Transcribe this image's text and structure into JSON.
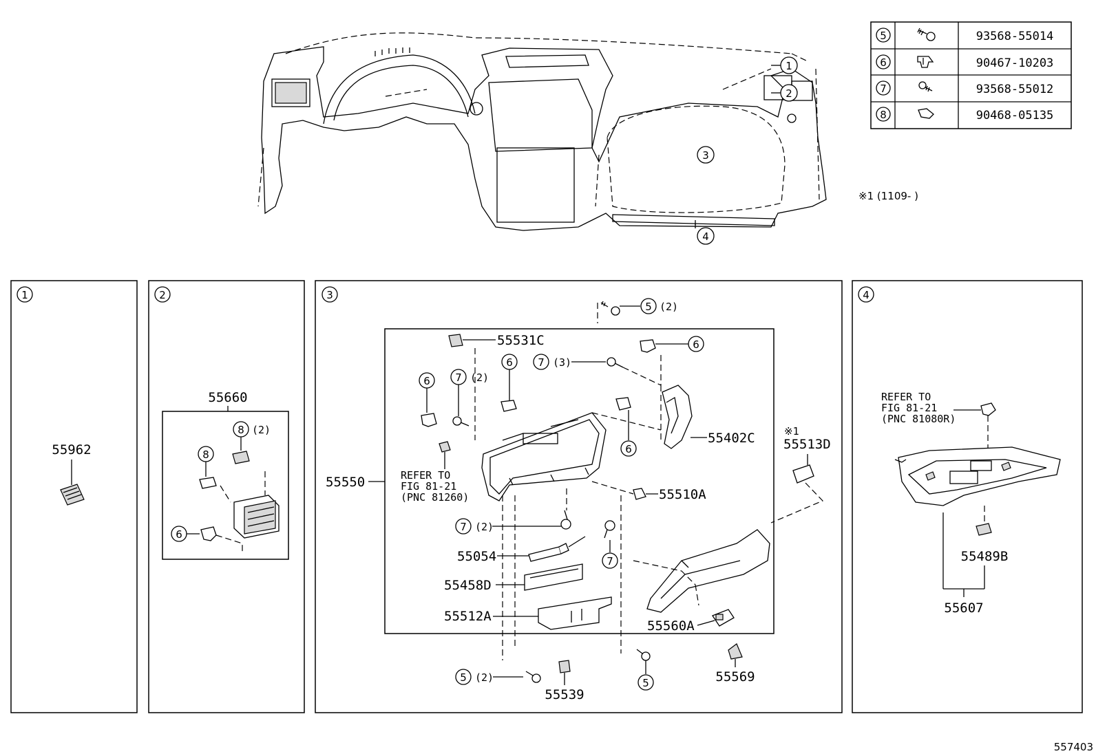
{
  "fastener_table": [
    {
      "ref": "5",
      "part_no": "93568-55014"
    },
    {
      "ref": "6",
      "part_no": "90467-10203"
    },
    {
      "ref": "7",
      "part_no": "93568-55012"
    },
    {
      "ref": "8",
      "part_no": "90468-05135"
    }
  ],
  "note": "※1 (1109-   )",
  "overview_callouts": [
    "1",
    "2",
    "3",
    "4"
  ],
  "panels": {
    "p1": {
      "num": "1",
      "part": "55962"
    },
    "p2": {
      "num": "2",
      "assembly": "55660",
      "qty": "(2)"
    },
    "p3": {
      "num": "3",
      "qty2": "(2)",
      "qty3": "(3)",
      "parts": {
        "p55531C": "55531C",
        "p55402C": "55402C",
        "p55550": "55550",
        "p55510A": "55510A",
        "p55513D": "55513D",
        "mark": "※1",
        "p55054": "55054",
        "p55458D": "55458D",
        "p55512A": "55512A",
        "p55560A": "55560A",
        "p55539": "55539",
        "p55569": "55569"
      },
      "refer": [
        "REFER TO",
        "FIG 81-21",
        "(PNC 81260)"
      ]
    },
    "p4": {
      "num": "4",
      "refer": [
        "REFER TO",
        "FIG 81-21",
        "(PNC 81080R)"
      ],
      "p55489B": "55489B",
      "p55607": "55607"
    }
  },
  "figure_id": "557403"
}
